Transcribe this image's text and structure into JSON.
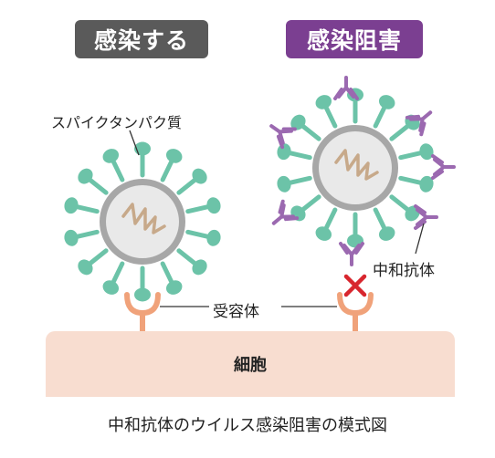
{
  "badges": {
    "infect": {
      "text": "感染する",
      "color": "#5a5a5a"
    },
    "block": {
      "text": "感染阻害",
      "color": "#7b3f91"
    }
  },
  "labels": {
    "spike_protein": "スパイクタンパク質",
    "neutralizing_antibody": "中和抗体",
    "receptor": "受容体",
    "cell": "細胞"
  },
  "caption": "中和抗体のウイルス感染阻害の模式図",
  "colors": {
    "virus_ring": "#a7a7a7",
    "virus_core": "#e9e9e9",
    "spike": "#6cc3a8",
    "rna": "#c7a98a",
    "antibody": "#9b69b0",
    "receptor": "#f0a27a",
    "cell": "#f8ddd0",
    "block_mark": "#d8262e",
    "leader_line": "#333333"
  },
  "icons": {
    "block_mark": "x-mark-icon"
  }
}
